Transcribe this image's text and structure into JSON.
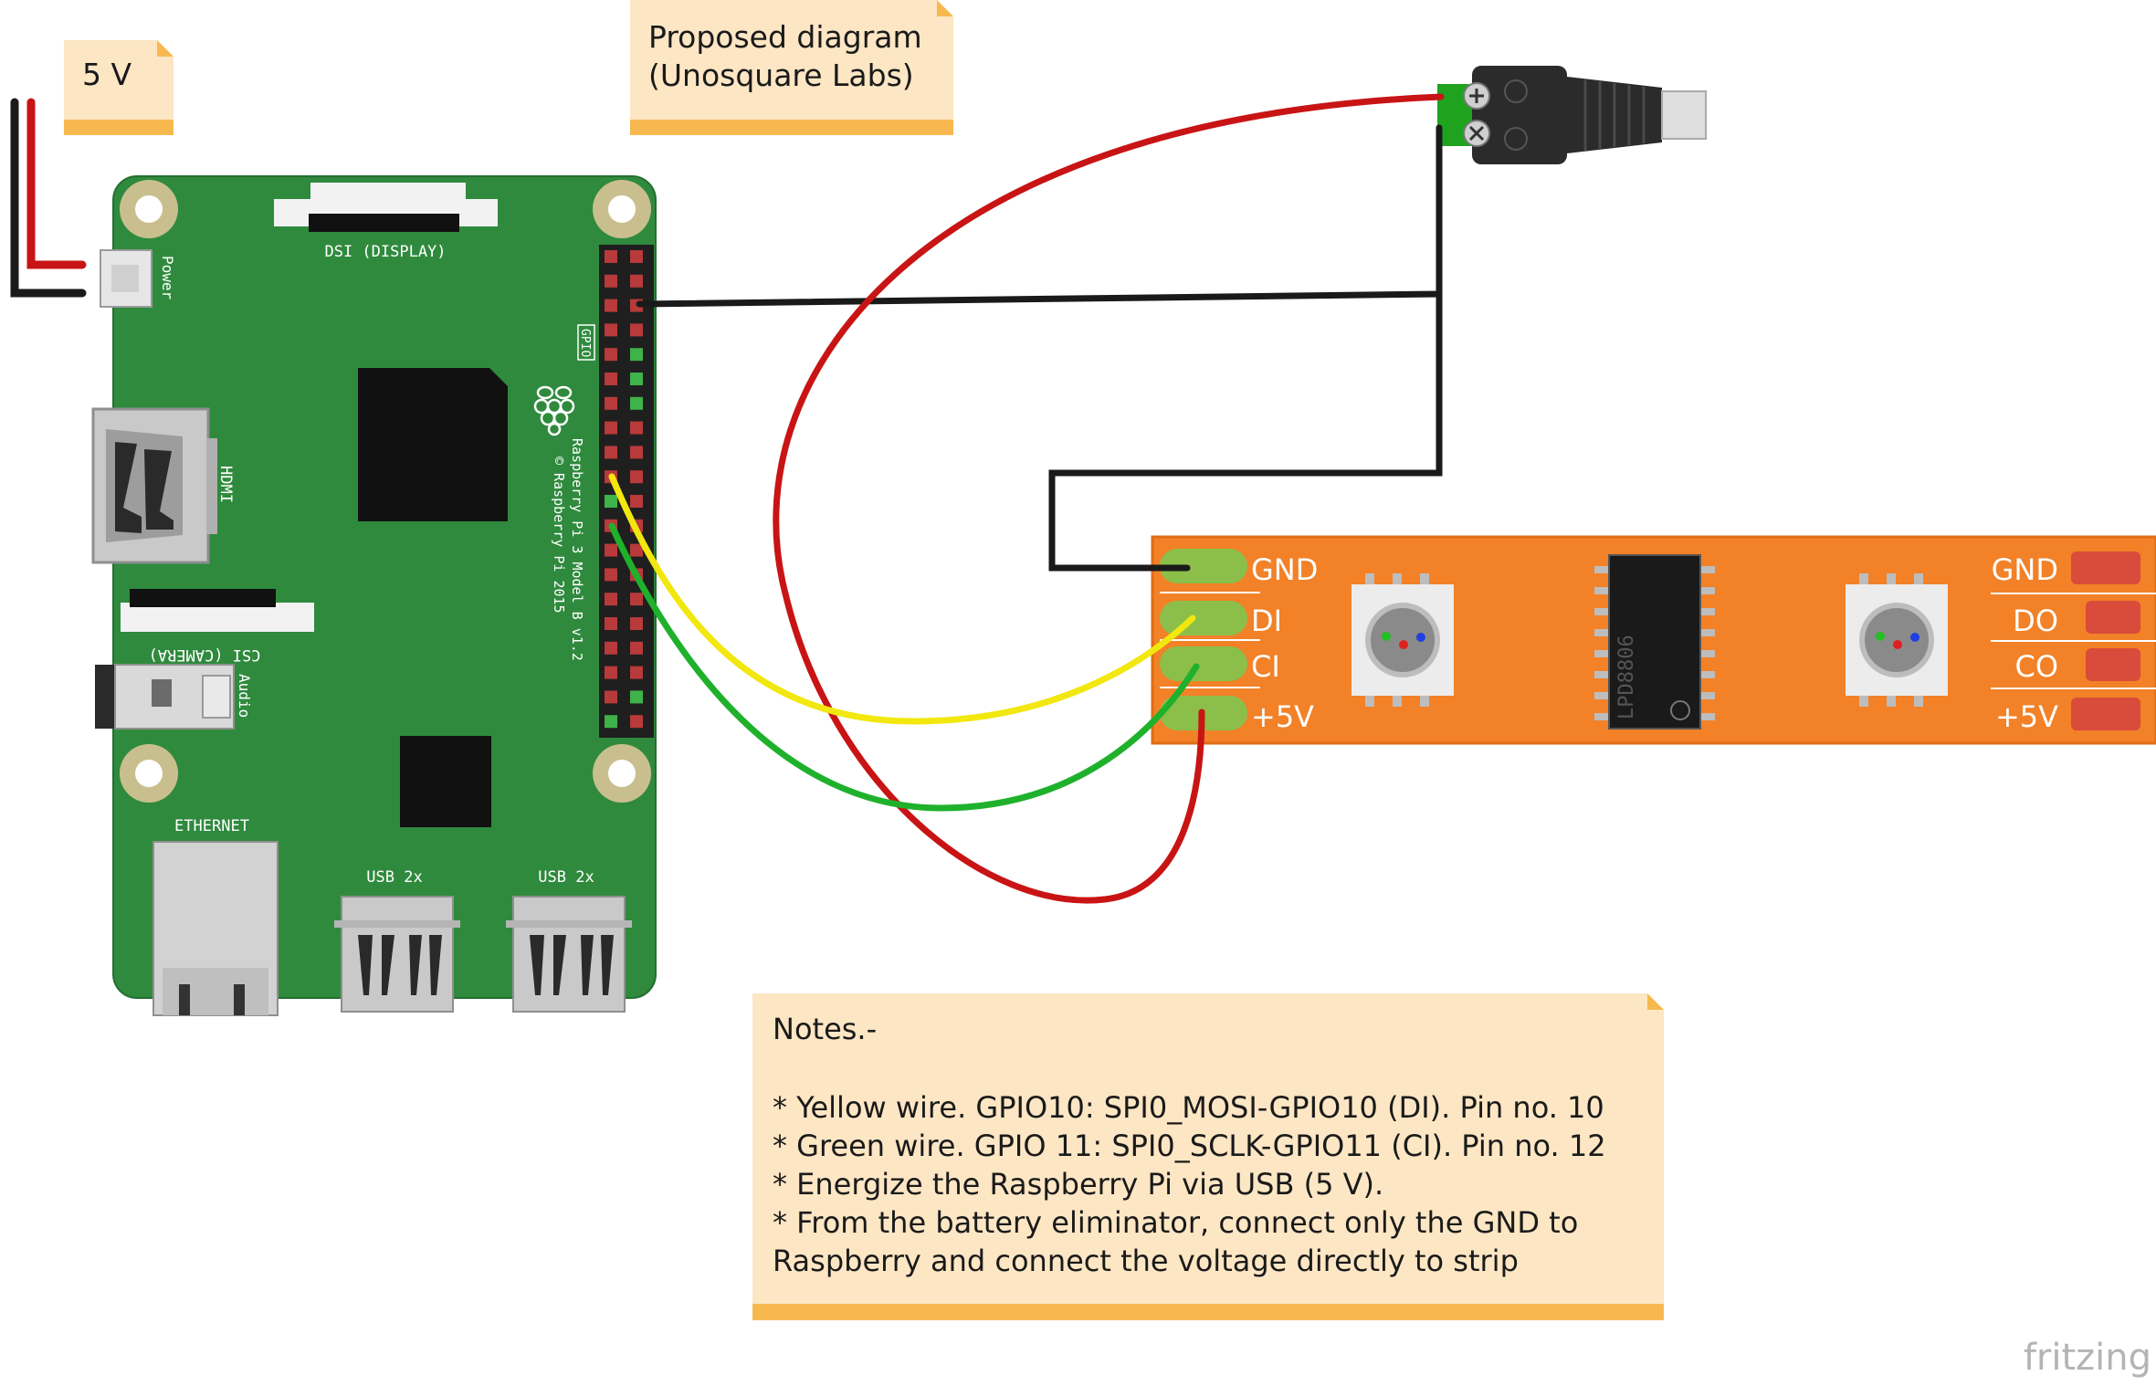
{
  "notes": {
    "voltage": "5 V",
    "title_line1": "Proposed diagram",
    "title_line2": "(Unosquare Labs)",
    "heading": "Notes.-",
    "line1": "* Yellow wire. GPIO10: SPI0_MOSI-GPIO10 (DI). Pin no. 10",
    "line2": "* Green wire. GPIO 11: SPI0_SCLK-GPIO11 (CI). Pin no. 12",
    "line3": "* Energize the Raspberry Pi via USB (5 V).",
    "line4": "* From the battery eliminator, connect only the GND to",
    "line5": "Raspberry and connect the voltage directly to strip"
  },
  "board": {
    "dsi": "DSI (DISPLAY)",
    "power": "Power",
    "gpio": "GPIO",
    "hdmi": "HDMI",
    "csi": "CSI (CAMERA)",
    "audio": "Audio",
    "ethernet": "ETHERNET",
    "usb1": "USB 2x",
    "usb2": "USB 2x",
    "model": "Raspberry Pi 3 Model B v1.2",
    "copyright": "© Raspberry Pi 2015"
  },
  "strip": {
    "in_gnd": "GND",
    "in_di": "DI",
    "in_ci": "CI",
    "in_5v": "+5V",
    "out_gnd": "GND",
    "out_do": "DO",
    "out_co": "CO",
    "out_5v": "+5V",
    "chip": "LPD8806"
  },
  "brand": "fritzing",
  "colors": {
    "board": "#2f8a3d",
    "strip": "#f28127",
    "note": "#fde6c4",
    "note_bar": "#f7b94f",
    "wire_red": "#c81414",
    "wire_black": "#1a1a1a",
    "wire_yellow": "#f2e70f",
    "wire_green": "#1fb12c"
  },
  "icons": {
    "logo": "raspberry-logo-icon",
    "jack": "dc-barrel-jack-icon"
  }
}
